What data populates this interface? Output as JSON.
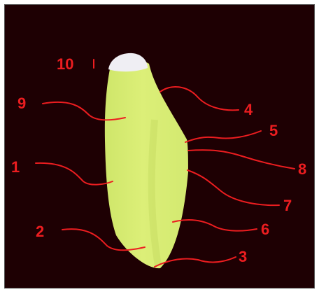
{
  "colors": {
    "background": "#1e0003",
    "specimen_fill": "#dcef78",
    "specimen_shadow": "#bcd35a",
    "tip_fill": "#efeef3",
    "annotation": "#ec1d20"
  },
  "labels": [
    "1",
    "2",
    "3",
    "4",
    "5",
    "6",
    "7",
    "8",
    "9",
    "10"
  ]
}
